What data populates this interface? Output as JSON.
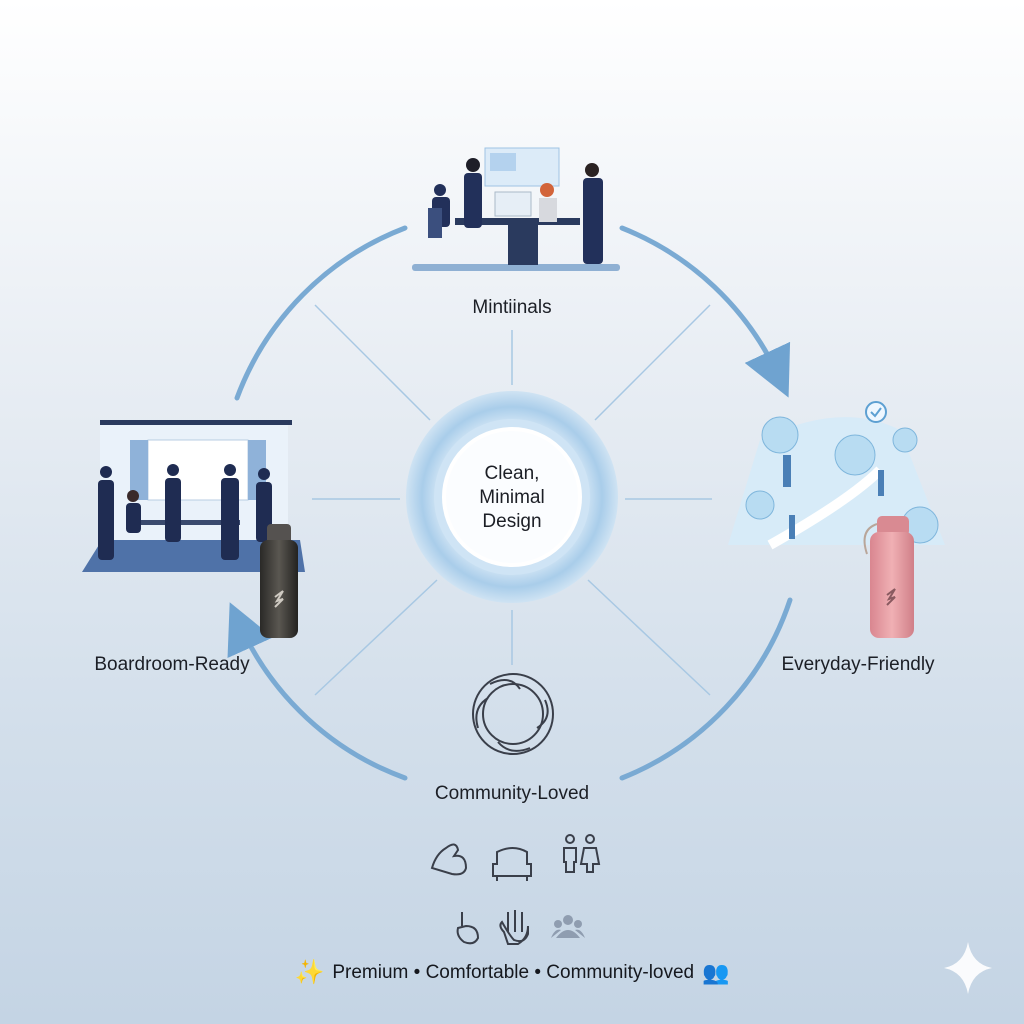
{
  "center": {
    "line1": "Clean,",
    "line2": "Minimal",
    "line3": "Design"
  },
  "labels": {
    "top": "Mintiinals",
    "left": "Boardroom-Ready",
    "right": "Everyday-Friendly",
    "bottom": "Community-Loved"
  },
  "footer": {
    "sparkle_icon": "sparkles-icon",
    "text": "Premium • Comfortable • Community-loved",
    "end_icon": "people-group-icon"
  },
  "colors": {
    "accent": "#6fa3d0",
    "navy": "#26355a",
    "pink": "#e79aa0",
    "bottle_dark": "#3a3936"
  }
}
